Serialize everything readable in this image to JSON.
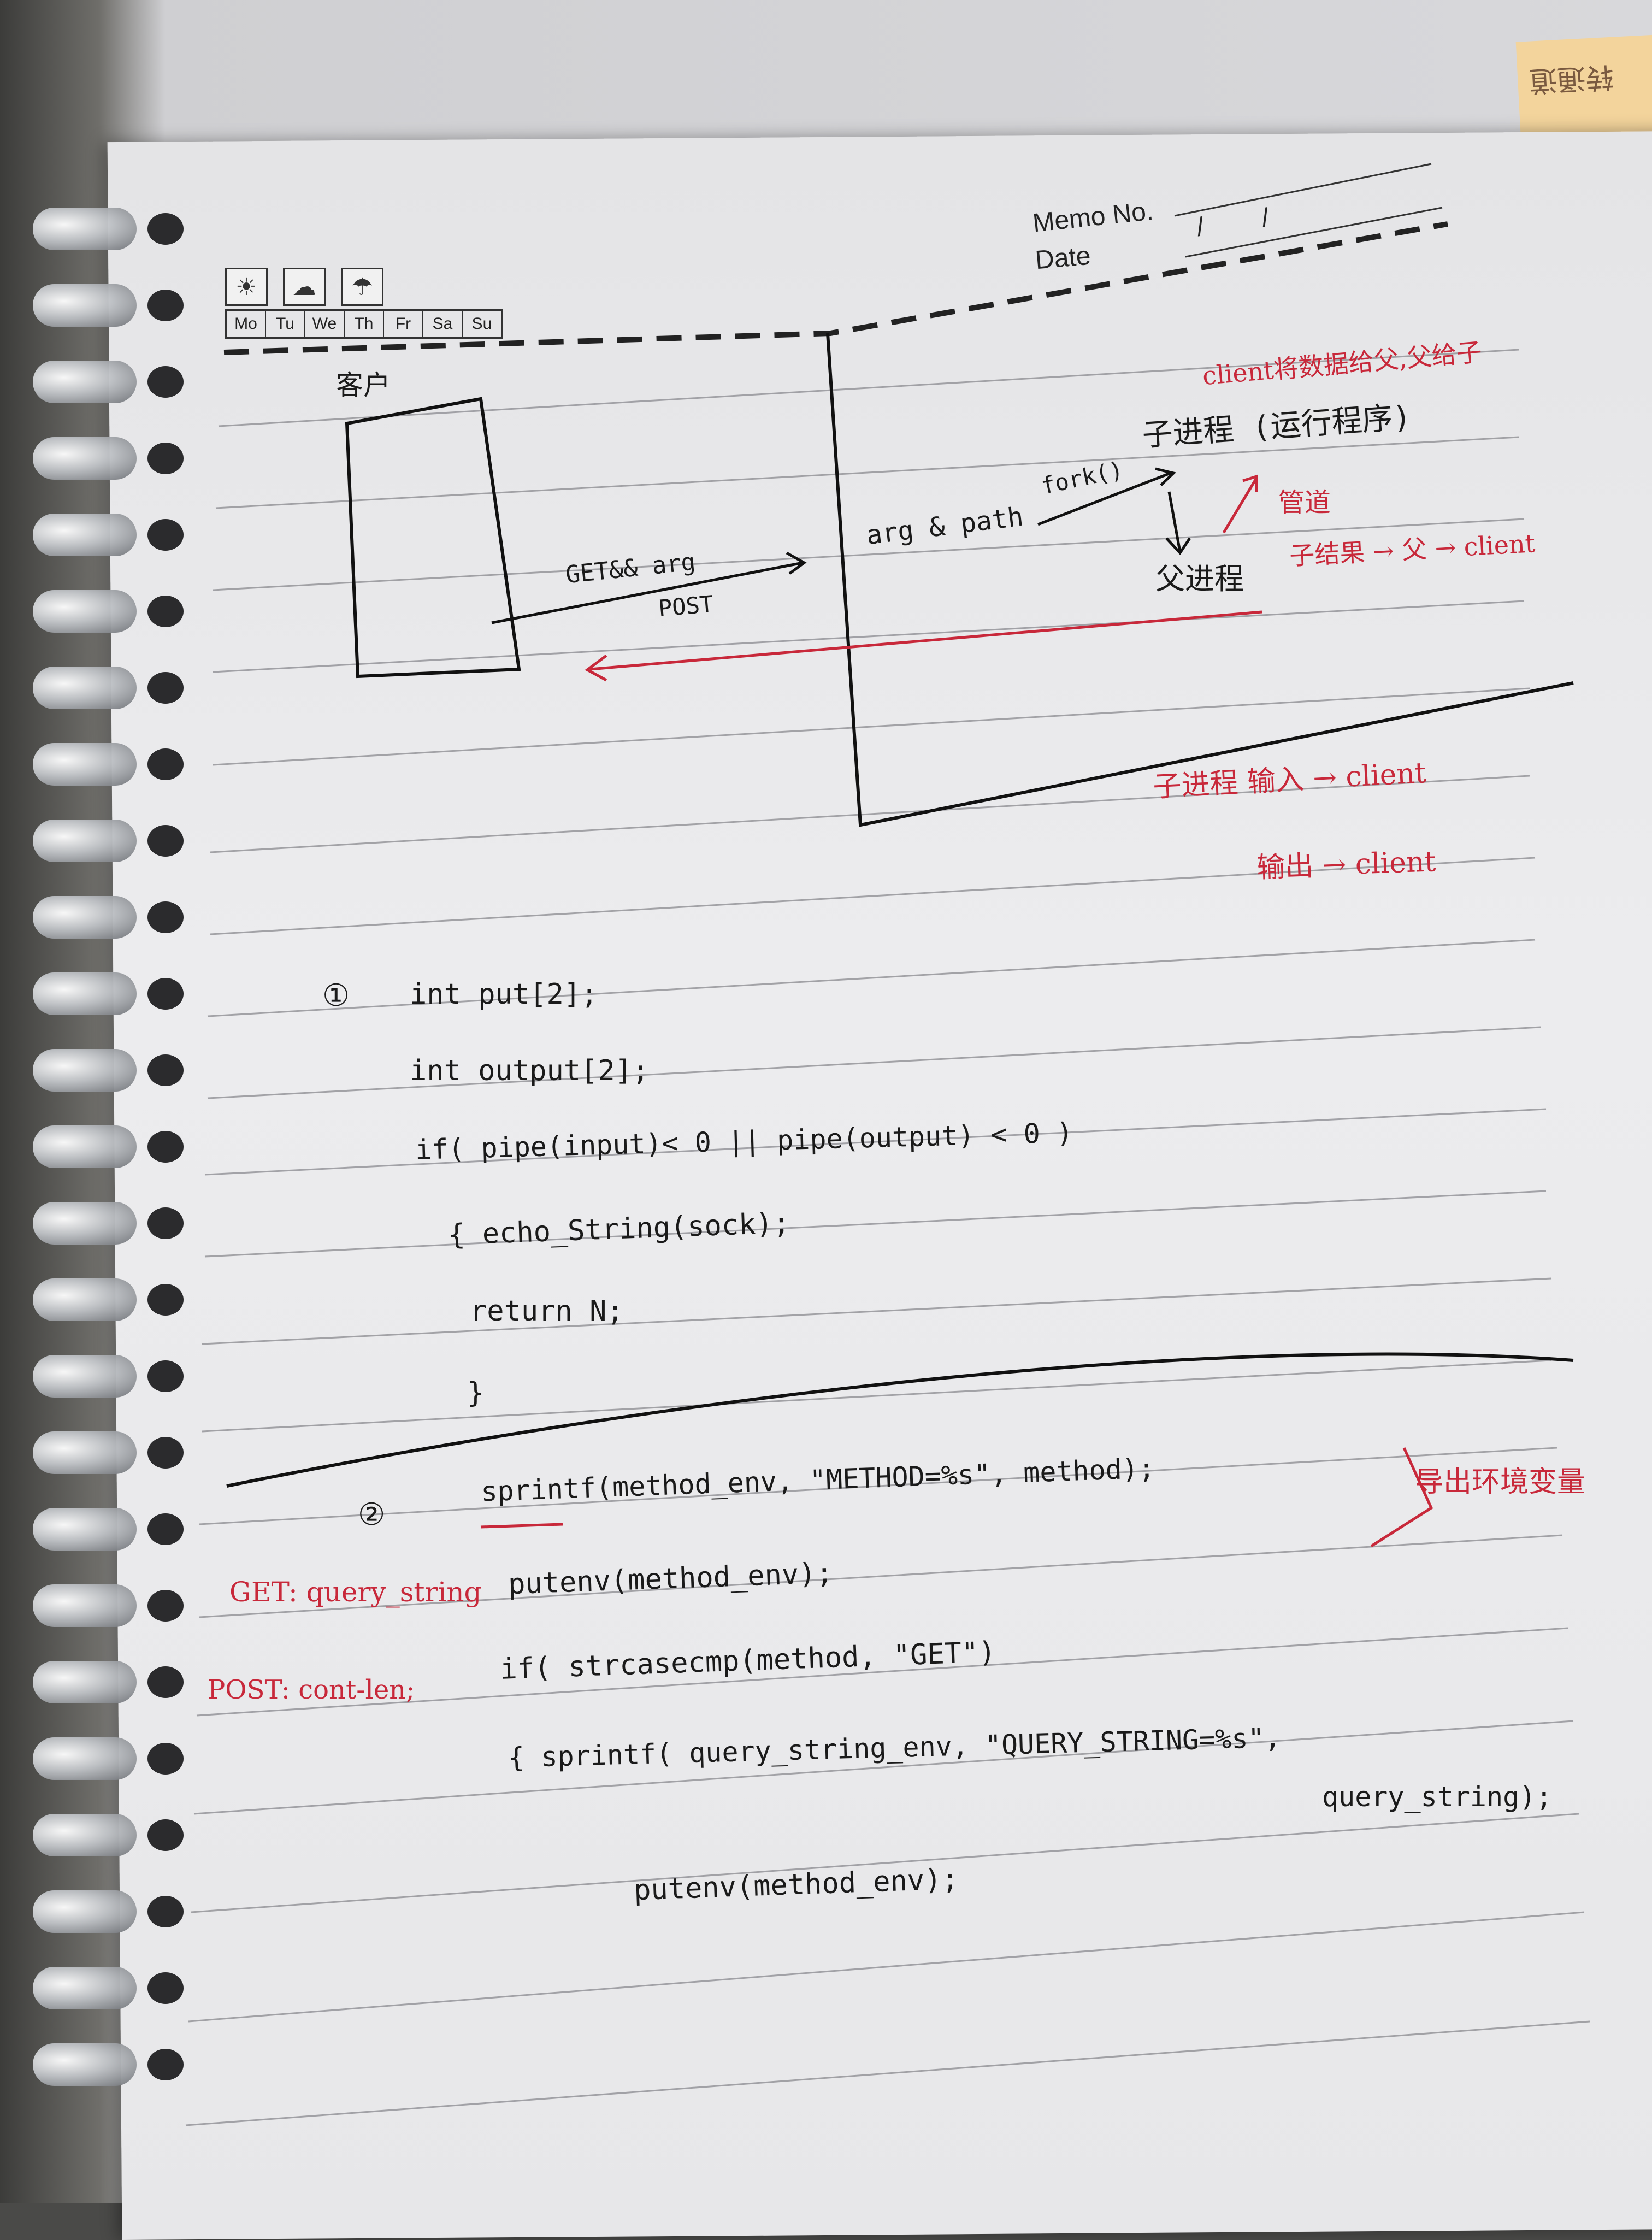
{
  "notebook_header": {
    "memo_label": "Memo No.",
    "date_label": "Date",
    "date_slashes": "/        /",
    "weekdays": [
      "Mo",
      "Tu",
      "We",
      "Th",
      "Fr",
      "Sa",
      "Su"
    ],
    "weather_icons": [
      "sun-icon",
      "cloud-icon",
      "rain-cloud-icon"
    ]
  },
  "sticky_note": {
    "text": "转通道"
  },
  "diagram": {
    "client_label": "客户",
    "request_label": "GET&& arg",
    "post_label": "POST",
    "server_arg_label": "arg & path",
    "fork_label": "fork()",
    "child_process_label": "子进程 (运行程序)",
    "parent_process_label": "父进程",
    "red_note_top": "client将数据给父,父给子",
    "red_pipe_note": "管道",
    "red_result_note": "子结果 → 父 → client",
    "red_note_child_input": "子进程 输入 → client",
    "red_note_output": "输出 → client"
  },
  "code_section_1": {
    "number": "①",
    "lines": [
      "int   put[2];",
      "int   output[2];",
      "if( pipe(input)< 0 || pipe(output) < 0 )",
      "{   echo_String(sock);",
      "       return  N;",
      "}"
    ]
  },
  "code_section_2": {
    "number": "②",
    "red_side_note": "导出环境变量",
    "red_get_note": "GET: query_string",
    "red_post_note": "POST: cont-len;",
    "lines": [
      "sprintf(method_env, \"METHOD=%s\", method);",
      "putenv(method_env);",
      "if( strcasecmp(method, \"GET\")",
      "{   sprintf( query_string_env, \"QUERY_STRING=%s\",",
      "query_string);",
      "putenv(method_env);"
    ]
  }
}
